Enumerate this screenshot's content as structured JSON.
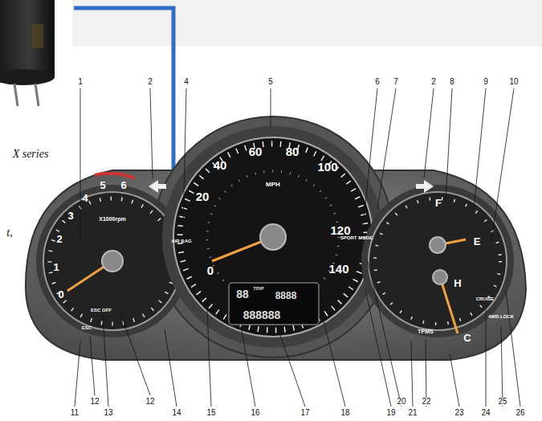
{
  "diagram": {
    "labels": [
      "X series",
      "t,",
      "1",
      "2",
      "4",
      "5",
      "6",
      "7",
      "2",
      "8",
      "9",
      "10",
      "11",
      "12",
      "13",
      "12",
      "14",
      "15",
      "16",
      "17",
      "18",
      "19",
      "20",
      "21",
      "22",
      "23",
      "24",
      "25",
      "26",
      "0",
      "1",
      "2",
      "3",
      "4",
      "5",
      "6",
      "X1000rpm",
      "0",
      "20",
      "40",
      "60",
      "80",
      "100",
      "120",
      "140",
      "MPH",
      "F",
      "E",
      "H",
      "C",
      "AIR BAG",
      "SPORT MODE",
      "ESC OFF",
      "ESC",
      "TPMS",
      "CRUISE",
      "4WD LOCK",
      "TRIP",
      "88",
      "8888",
      "888888"
    ]
  }
}
